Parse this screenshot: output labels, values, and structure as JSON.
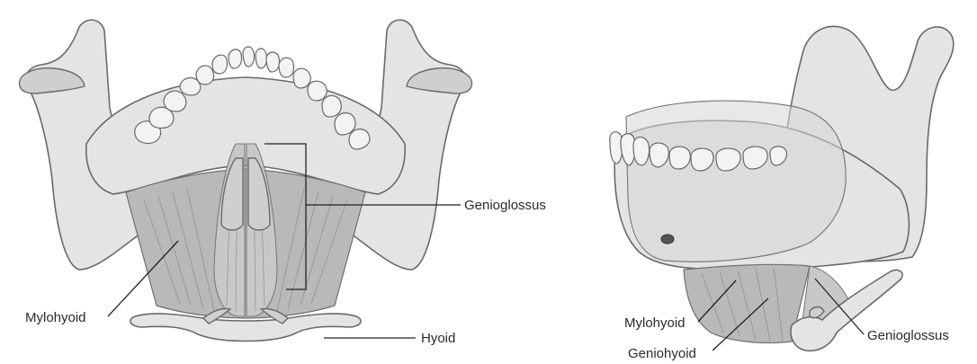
{
  "left_view": {
    "labels": {
      "genioglossus": "Genioglossus",
      "mylohyoid": "Mylohyoid",
      "hyoid": "Hyoid"
    }
  },
  "right_view": {
    "labels": {
      "mylohyoid": "Mylohyoid",
      "geniohyoid": "Geniohyoid",
      "genioglossus": "Genioglossus"
    }
  }
}
